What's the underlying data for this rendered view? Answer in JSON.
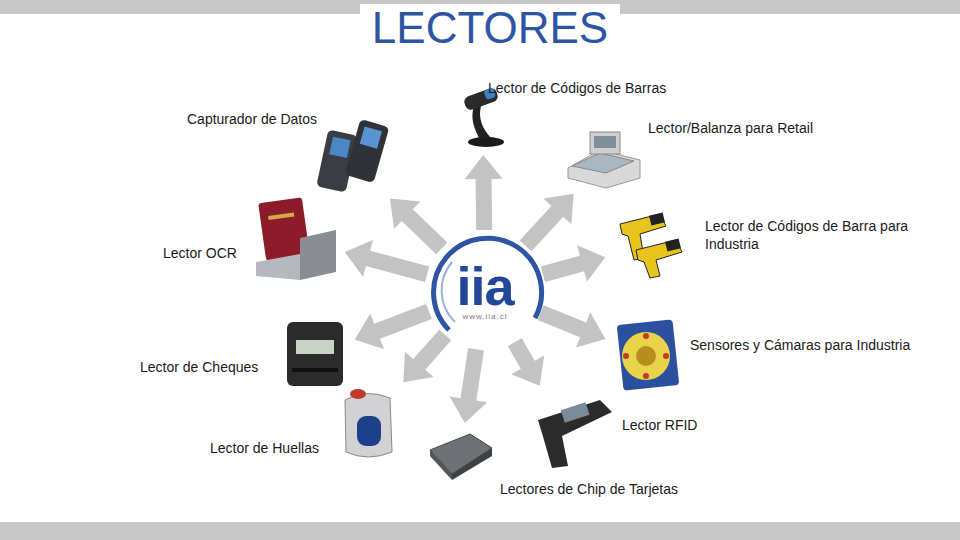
{
  "diagram": {
    "title": "LECTORES",
    "nodes": [
      {
        "text": [
          "iia",
          "www.iia.cl"
        ]
      },
      {
        "text": [
          "Lector de Códigos de Barras"
        ]
      },
      {
        "text": [
          "Lector/Balanza para Retail"
        ]
      },
      {
        "text": [
          "Lector de Códigos de Barra para Industria"
        ]
      },
      {
        "text": [
          "Sensores y Cámaras para Industria"
        ]
      },
      {
        "text": [
          "Lector RFID"
        ]
      },
      {
        "text": [
          "Lectores de Chip de Tarjetas"
        ]
      },
      {
        "text": [
          "Lector de Huellas"
        ]
      },
      {
        "text": [
          "Lector de Cheques"
        ]
      },
      {
        "text": [
          "Lector OCR"
        ]
      },
      {
        "text": [
          "Capturador de Datos"
        ]
      }
    ],
    "edges": [
      {
        "from": 0,
        "to": 1,
        "arrow": "to"
      },
      {
        "from": 0,
        "to": 2,
        "arrow": "to"
      },
      {
        "from": 0,
        "to": 3,
        "arrow": "to"
      },
      {
        "from": 0,
        "to": 4,
        "arrow": "to"
      },
      {
        "from": 0,
        "to": 5,
        "arrow": "to"
      },
      {
        "from": 0,
        "to": 6,
        "arrow": "to"
      },
      {
        "from": 0,
        "to": 7,
        "arrow": "to"
      },
      {
        "from": 0,
        "to": 8,
        "arrow": "to"
      },
      {
        "from": 0,
        "to": 9,
        "arrow": "to"
      },
      {
        "from": 0,
        "to": 10,
        "arrow": "to"
      }
    ]
  }
}
